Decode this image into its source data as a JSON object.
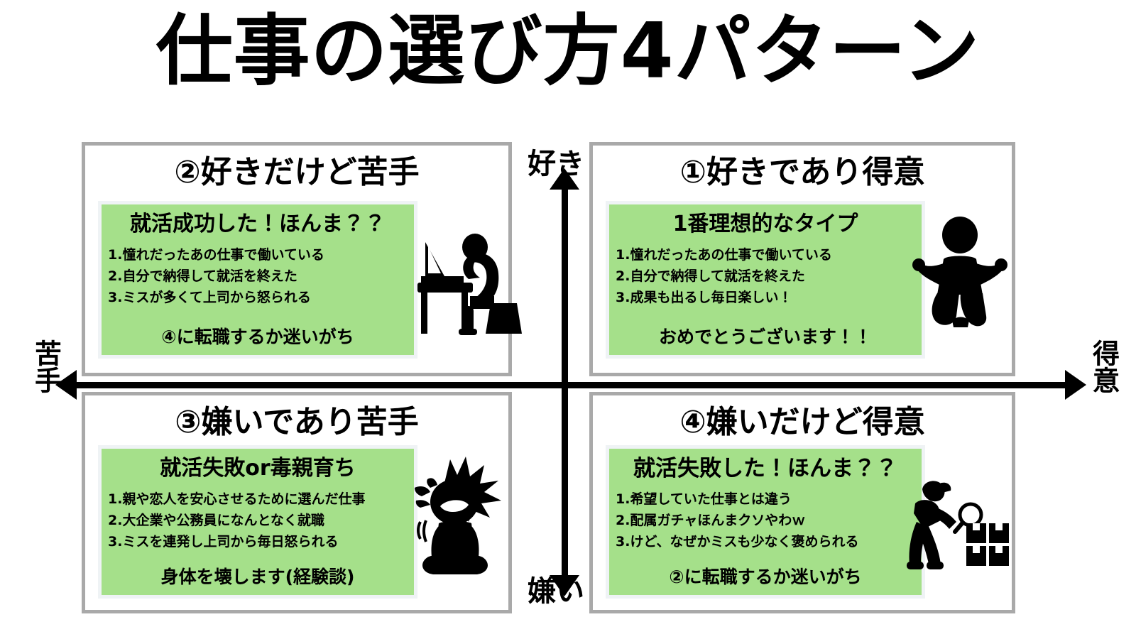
{
  "title": "仕事の選び方4パターン",
  "axes": {
    "top_label": "好き",
    "bottom_label": "嫌い",
    "left_label": "苦手",
    "right_label": "得意"
  },
  "colors": {
    "panel_green": "#a5e08a",
    "panel_frame": "#eff3f5",
    "quadrant_border": "#a9a9a9",
    "axis": "#000000",
    "text": "#000000",
    "background": "#ffffff"
  },
  "quadrants": [
    {
      "id": "q1",
      "position": "top-right",
      "heading": "①好きであり得意",
      "panel_title": "1番理想的なタイプ",
      "items": [
        "1.憧れだったあの仕事で働いている",
        "2.自分で納得して就活を終えた",
        "3.成果も出るし毎日楽しい！"
      ],
      "footer": "おめでとうございます！！",
      "icon": "celebrating-person-icon"
    },
    {
      "id": "q2",
      "position": "top-left",
      "heading": "②好きだけど苦手",
      "panel_title": "就活成功した！ほんま？？",
      "items": [
        "1.憧れだったあの仕事で働いている",
        "2.自分で納得して就活を終えた",
        "3.ミスが多くて上司から怒られる"
      ],
      "footer": "④に転職するか迷いがち",
      "icon": "stressed-person-at-desk-icon"
    },
    {
      "id": "q3",
      "position": "bottom-left",
      "heading": "③嫌いであり苦手",
      "panel_title": "就活失敗or毒親育ち",
      "items": [
        "1.親や恋人を安心させるために選んだ仕事",
        "2.大企業や公務員になんとなく就職",
        "3.ミスを連発し上司から毎日怒られる"
      ],
      "footer": "身体を壊します(経験談)",
      "icon": "crying-person-icon"
    },
    {
      "id": "q4",
      "position": "bottom-right",
      "heading": "④嫌いだけど得意",
      "panel_title": "就活失敗した！ほんま？？",
      "items": [
        "1.希望していた仕事とは違う",
        "2.配属ガチャほんまクソやわｗ",
        "3.けど、なぜかミスも少なく褒められる"
      ],
      "footer": "②に転職するか迷いがち",
      "icon": "inspector-with-magnifier-icon"
    }
  ]
}
